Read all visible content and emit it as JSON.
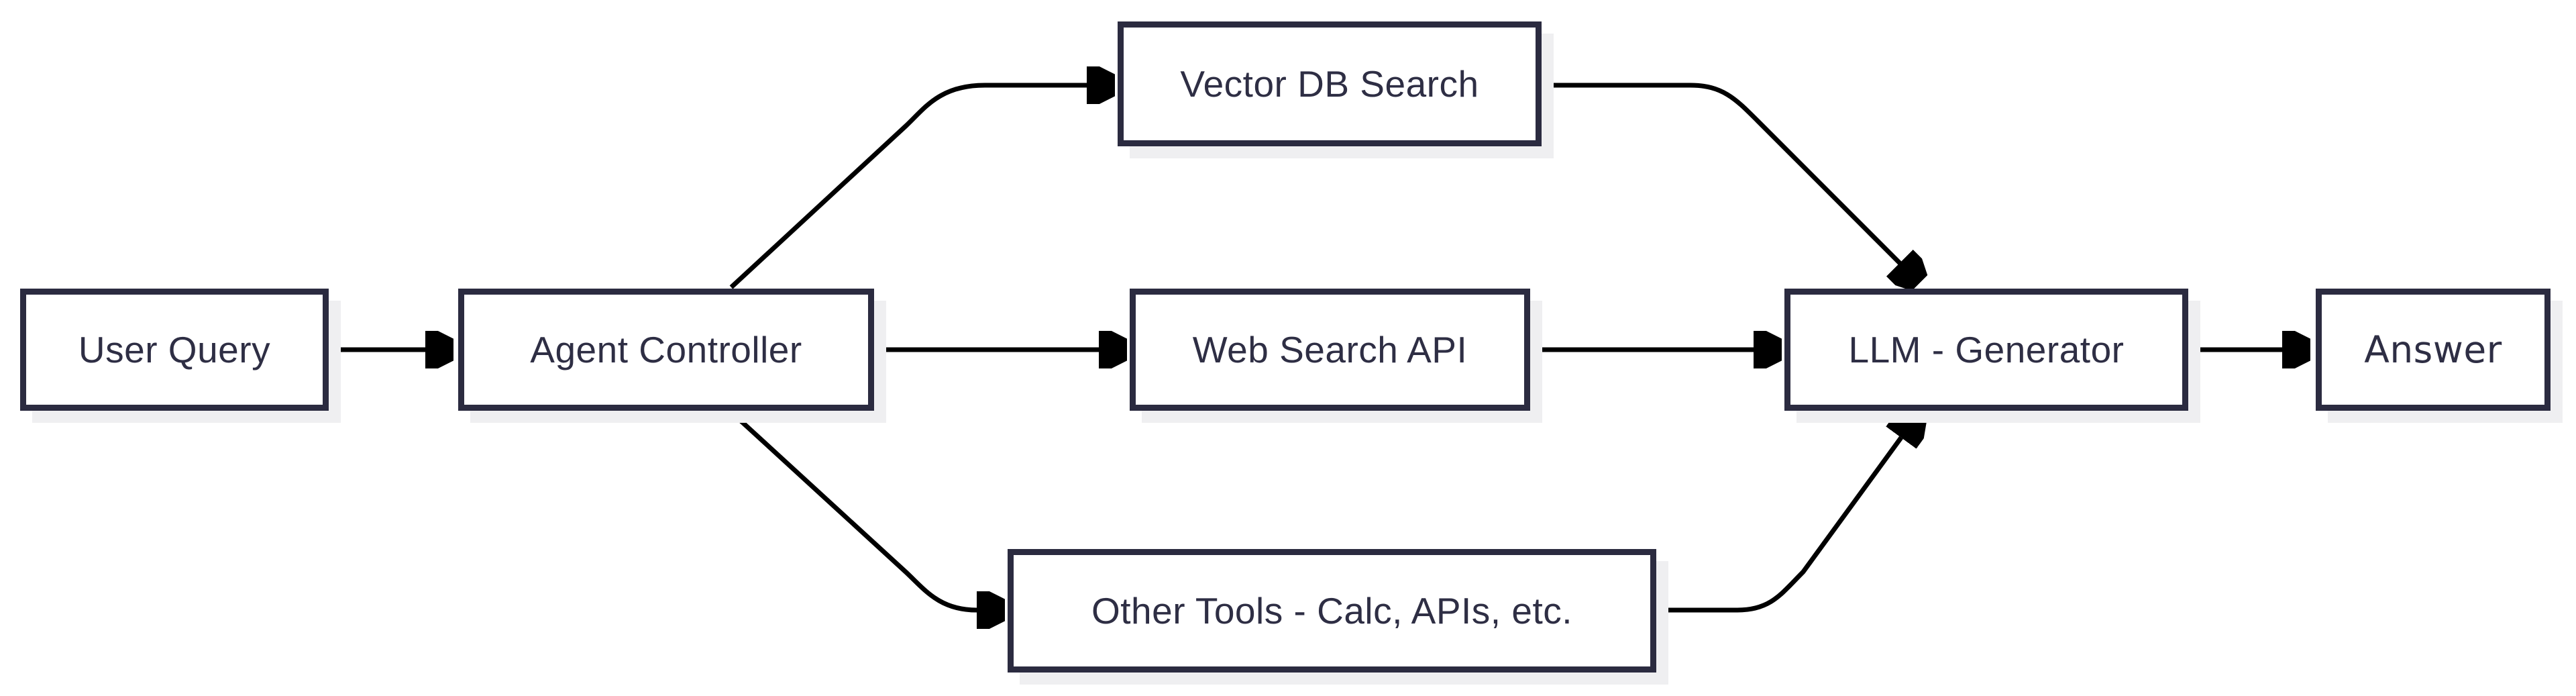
{
  "diagram": {
    "type": "flowchart",
    "direction": "left-to-right",
    "background_color": "#ffffff",
    "node_fill_color": "#ffffff",
    "node_border_color": "#2b2b40",
    "node_text_color": "#2e2e44",
    "node_shadow_color": "#efeff1",
    "edge_color": "#000000",
    "nodes": {
      "user_query": {
        "label": "User Query"
      },
      "agent_controller": {
        "label": "Agent Controller"
      },
      "vector_db": {
        "label": "Vector DB Search"
      },
      "web_search": {
        "label": "Web Search API"
      },
      "other_tools": {
        "label": "Other Tools - Calc, APIs, etc."
      },
      "llm_generator": {
        "label": "LLM - Generator"
      },
      "answer": {
        "label": "Answer"
      }
    },
    "edges": [
      {
        "from": "User Query",
        "to": "Agent Controller"
      },
      {
        "from": "Agent Controller",
        "to": "Vector DB Search"
      },
      {
        "from": "Agent Controller",
        "to": "Web Search API"
      },
      {
        "from": "Agent Controller",
        "to": "Other Tools - Calc, APIs, etc."
      },
      {
        "from": "Vector DB Search",
        "to": "LLM - Generator"
      },
      {
        "from": "Web Search API",
        "to": "LLM - Generator"
      },
      {
        "from": "Other Tools - Calc, APIs, etc.",
        "to": "LLM - Generator"
      },
      {
        "from": "LLM - Generator",
        "to": "Answer"
      }
    ]
  }
}
